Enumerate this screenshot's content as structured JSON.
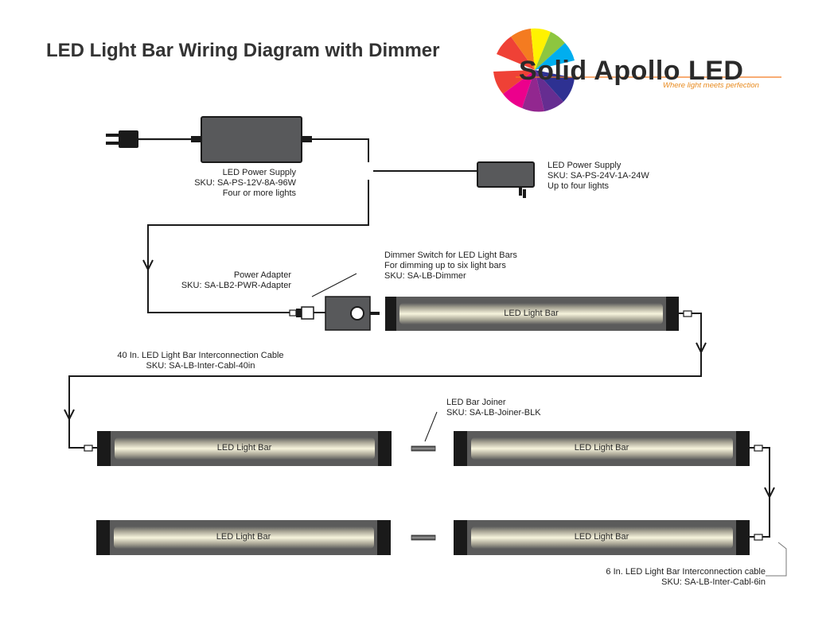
{
  "title": "LED Light Bar Wiring Diagram with Dimmer",
  "logo": {
    "brand": "Solid Apollo LED",
    "tagline": "Where light meets perfection",
    "colors": [
      "#f47b20",
      "#ef4136",
      "#ec008c",
      "#92278f",
      "#662d91",
      "#2e3192",
      "#00aeef",
      "#8dc63f",
      "#fff200"
    ]
  },
  "power_supply_main": {
    "name": "LED Power Supply",
    "sku": "SKU: SA-PS-12V-8A-96W",
    "note": "Four or more lights"
  },
  "power_supply_small": {
    "name": "LED Power Supply",
    "sku": "SKU: SA-PS-24V-1A-24W",
    "note": "Up to four lights"
  },
  "power_adapter": {
    "name": "Power Adapter",
    "sku": "SKU: SA-LB2-PWR-Adapter"
  },
  "dimmer": {
    "line1": "Dimmer Switch for LED Light Bars",
    "line2": "For dimming up to six light bars",
    "sku": "SKU: SA-LB-Dimmer"
  },
  "cable_40": {
    "name": "40 In. LED Light Bar Interconnection Cable",
    "sku": "SKU: SA-LB-Inter-Cabl-40in"
  },
  "joiner": {
    "name": "LED Bar Joiner",
    "sku": "SKU: SA-LB-Joiner-BLK"
  },
  "cable_6": {
    "name": "6 In. LED Light Bar Interconnection cable",
    "sku": "SKU: SA-LB-Inter-Cabl-6in"
  },
  "light_bars": [
    "LED Light Bar",
    "LED Light Bar",
    "LED Light Bar",
    "LED Light Bar",
    "LED Light Bar"
  ]
}
